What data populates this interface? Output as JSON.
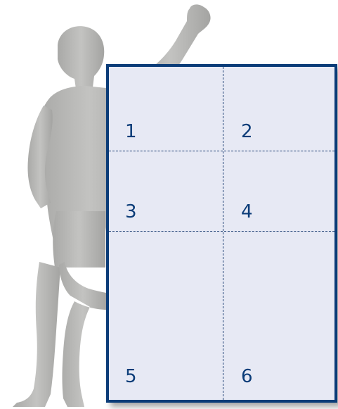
{
  "panel": {
    "border_color": "#0b3c78",
    "fill_color": "#e7e9f4",
    "divider_style": "dashed"
  },
  "figure": {
    "color": "#b0b0ae",
    "icon": "standing-person-silhouette"
  },
  "sections": [
    {
      "label": "1"
    },
    {
      "label": "2"
    },
    {
      "label": "3"
    },
    {
      "label": "4"
    },
    {
      "label": "5"
    },
    {
      "label": "6"
    }
  ]
}
